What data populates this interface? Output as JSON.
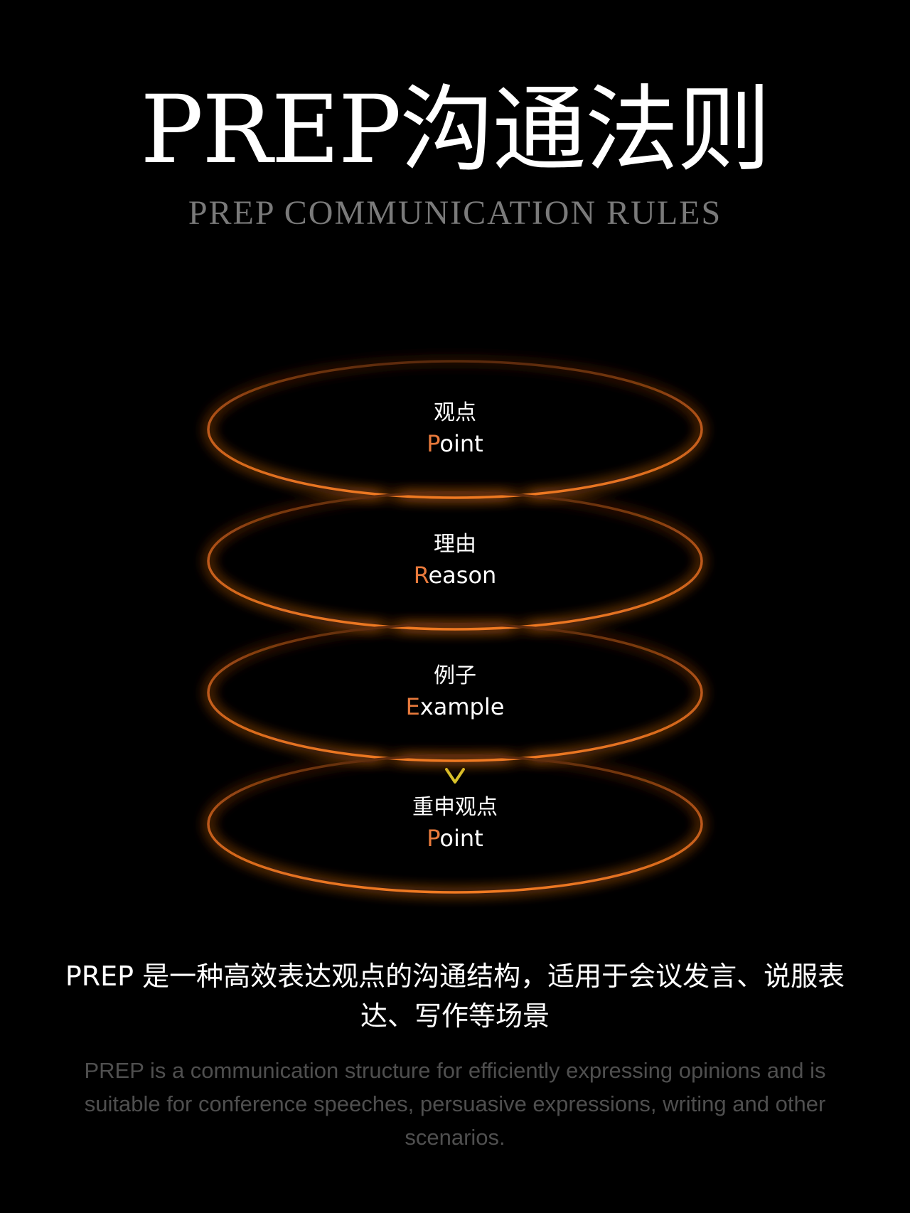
{
  "title": "PREP沟通法则",
  "subtitle": "PREP COMMUNICATION RULES",
  "layers": [
    {
      "zh": "观点",
      "en_initial": "P",
      "en_rest": "oint"
    },
    {
      "zh": "理由",
      "en_initial": "R",
      "en_rest": "eason"
    },
    {
      "zh": "例子",
      "en_initial": "E",
      "en_rest": "xample"
    },
    {
      "zh": "重申观点",
      "en_initial": "P",
      "en_rest": "oint"
    }
  ],
  "description_zh": "PREP 是一种高效表达观点的沟通结构，适用于会议发言、说服表达、写作等场景",
  "description_en": "PREP is a communication structure for efficiently expressing opinions and is suitable for conference speeches, persuasive expressions, writing and other scenarios.",
  "colors": {
    "ring": "#e8751f",
    "ring_glow": "#ff7a1a",
    "arrow": "#d8c22a",
    "initial_letter": "#e97a3c",
    "subtitle": "#7a7a7a",
    "description_en": "#4f4f4f"
  },
  "icons": {
    "flow_arrow": "down-arrow-icon"
  }
}
